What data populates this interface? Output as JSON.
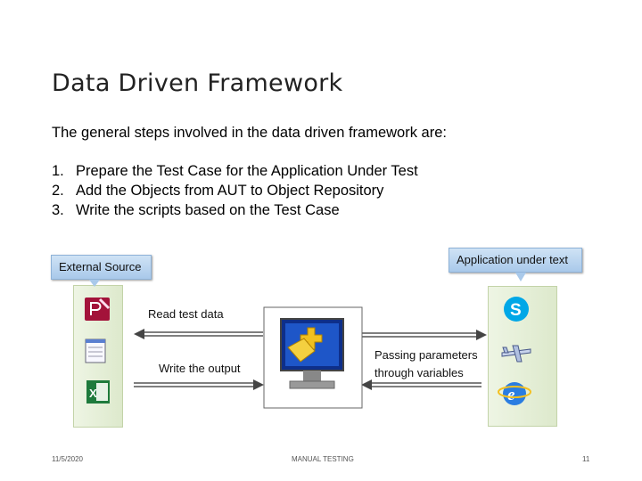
{
  "slide": {
    "title": "Data Driven Framework",
    "intro": "The general steps involved in the data driven framework are:",
    "steps": [
      "Prepare the Test Case for the Application Under Test",
      "Add the Objects from AUT to Object Repository",
      "Write the scripts based on the Test Case"
    ]
  },
  "diagram": {
    "external_source_label": "External Source",
    "application_label": "Application under text",
    "read_label": "Read test data",
    "write_label": "Write the output",
    "passing_label_line1": "Passing parameters",
    "passing_label_line2": "through variables",
    "left_icons": [
      "access-icon",
      "notepad-icon",
      "excel-icon"
    ],
    "right_icons": [
      "skype-icon",
      "airplane-icon",
      "internet-explorer-icon"
    ]
  },
  "footer": {
    "date": "11/5/2020",
    "center": "MANUAL TESTING",
    "page": "11"
  }
}
